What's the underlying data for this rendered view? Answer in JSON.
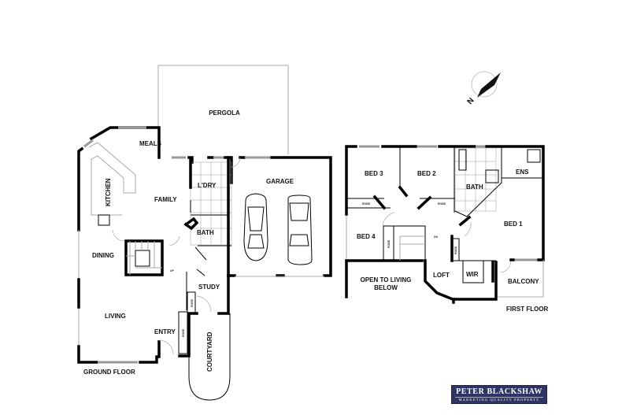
{
  "plan": {
    "ground_floor": {
      "title": "GROUND FLOOR",
      "rooms": [
        "PERGOLA",
        "MEALS",
        "KITCHEN",
        "FAMILY",
        "L'DRY",
        "BATH",
        "GARAGE",
        "DINING",
        "LIVING",
        "STUDY",
        "ENTRY",
        "COURTYARD"
      ],
      "labels": {
        "pergola": "PERGOLA",
        "meals": "MEALS",
        "kitchen": "KITCHEN",
        "family": "FAMILY",
        "laundry": "L'DRY",
        "bath": "BATH",
        "garage": "GARAGE",
        "dining": "DINING",
        "living": "LIVING",
        "study": "STUDY",
        "entry": "ENTRY",
        "courtyard": "COURTYARD",
        "robe_study": "ROBE",
        "robe_entry": "ROBE",
        "stair_up": "UP"
      }
    },
    "first_floor": {
      "title": "FIRST FLOOR",
      "rooms": [
        "BED 3",
        "BED 2",
        "BATH",
        "ENS",
        "BED 1",
        "BED 4",
        "LOFT",
        "WIR",
        "BALCONY",
        "OPEN TO LIVING BELOW"
      ],
      "labels": {
        "bed3": "BED 3",
        "bed2": "BED 2",
        "bath": "BATH",
        "ens": "ENS",
        "bed1": "BED 1",
        "bed4": "BED 4",
        "loft": "LOFT",
        "wir": "WIR",
        "balcony": "BALCONY",
        "open_line1": "OPEN TO LIVING",
        "open_line2": "BELOW",
        "robe_bed3": "ROBE",
        "robe_bed2": "ROBE",
        "robe_bed4": "ROBE",
        "robe_loft": "ROBE",
        "stair_dn": "DN"
      }
    },
    "compass": {
      "label": "N",
      "icon": "north-arrow-icon"
    }
  },
  "branding": {
    "name": "PETER BLACKSHAW",
    "tagline": "MARKETING QUALITY PROPERTY",
    "bg_color": "#2e3466"
  }
}
